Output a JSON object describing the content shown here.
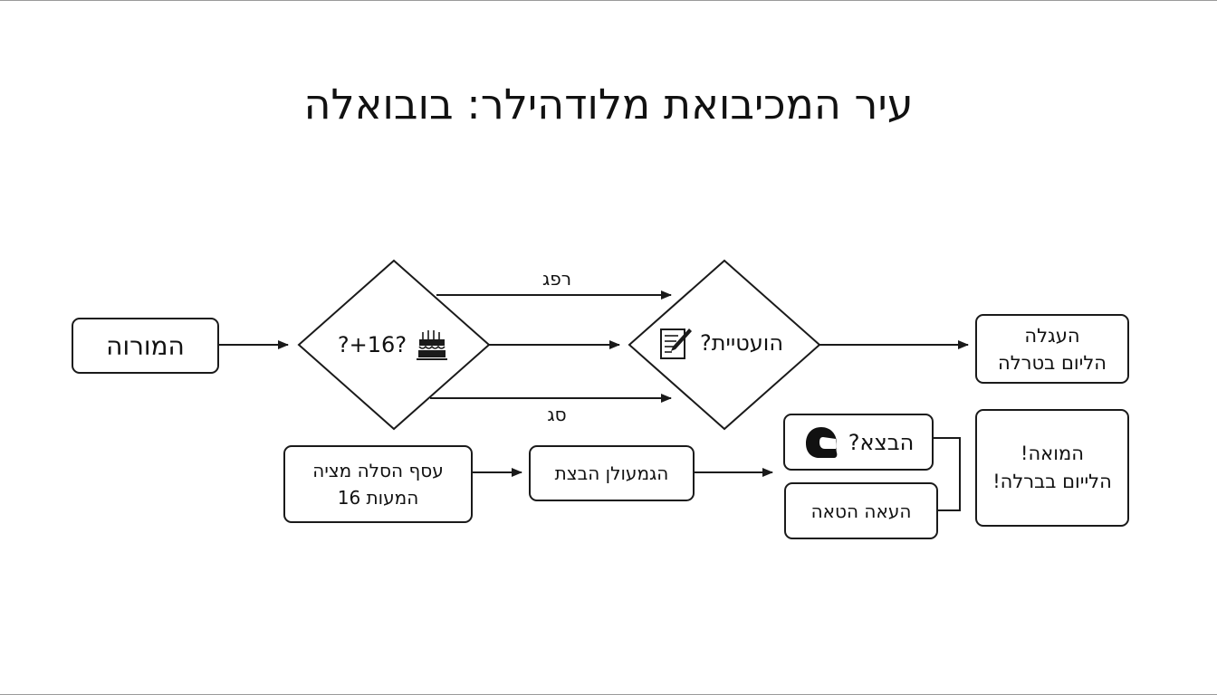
{
  "title": "עיר המכיבואת מלודהילר: בובואלה",
  "nodes": {
    "start": "המורוה",
    "age_question": "?16+?",
    "reason_question": "הועטיית?",
    "result_top_line1": "העגלה",
    "result_top_line2": "הליום בטרלה",
    "bottom_left_line1": "עסף הסלה מציה",
    "bottom_left_line2": "המעות 16",
    "bottom_middle": "הגמעולן הבצת",
    "helmet_question": "הבצא?",
    "helmet_answer": "העאה הטאה",
    "result_bottom_line1": "המואה!",
    "result_bottom_line2": "הלייום בברלה!"
  },
  "edges": {
    "upper_label": "רפג",
    "lower_label": "סג"
  },
  "icons": {
    "age": "birthday-cake-icon",
    "reason": "notepad-pencil-icon",
    "helmet": "helmet-icon"
  },
  "colors": {
    "stroke": "#1a1a1a",
    "background": "#ffffff",
    "text": "#111111"
  }
}
